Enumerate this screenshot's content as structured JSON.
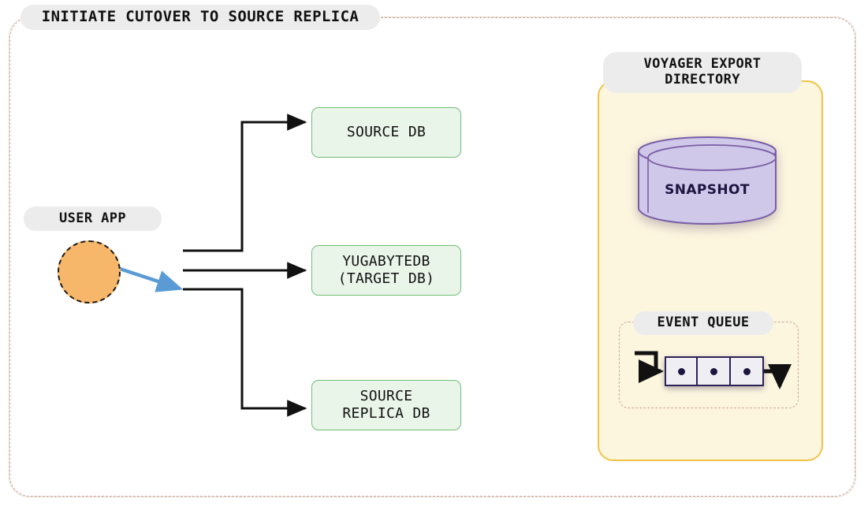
{
  "diagram": {
    "title": "INITIATE CUTOVER TO SOURCE REPLICA",
    "type": "architecture-flow"
  },
  "user_app": {
    "label": "USER APP",
    "shape": "circle",
    "fill_color": "#F7B76A",
    "border_style": "dashed"
  },
  "databases": [
    {
      "id": "source-db",
      "label": "SOURCE DB"
    },
    {
      "id": "target-db",
      "label": "YUGABYTEDB\n(TARGET DB)"
    },
    {
      "id": "source-replica-db",
      "label": "SOURCE\nREPLICA DB"
    }
  ],
  "voyager": {
    "label_line1": "VOYAGER EXPORT",
    "label_line2": "DIRECTORY",
    "fill_color": "#FDF6DF",
    "border_color": "#F2C244"
  },
  "snapshot": {
    "label": "SNAPSHOT",
    "shape": "cylinder",
    "fill_color": "#CFC8E8",
    "stroke_color": "#7B5EA7"
  },
  "event_queue": {
    "label": "EVENT QUEUE",
    "cells": [
      {
        "id": "queue-cell-1"
      },
      {
        "id": "queue-cell-2"
      },
      {
        "id": "queue-cell-3"
      }
    ]
  },
  "connectors": {
    "bus_color": "#111111",
    "active_color": "#5B9BD5",
    "frame_color": "#c9a89a"
  }
}
